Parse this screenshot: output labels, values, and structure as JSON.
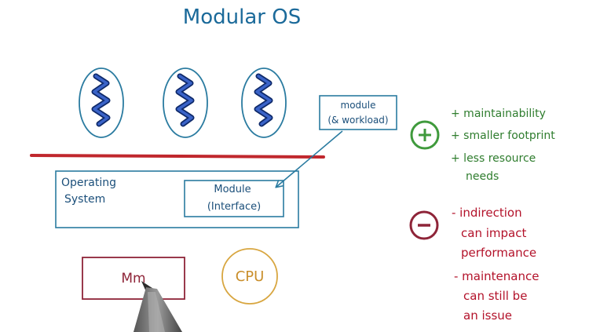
{
  "title": "Modular OS",
  "os_box": {
    "label_line1": "Operating",
    "label_line2": "System"
  },
  "module_interface": {
    "line1": "Module",
    "line2": "(Interface)"
  },
  "module_workload": {
    "line1": "module",
    "line2": "(& workload)"
  },
  "memory_label": "Mm",
  "cpu_label": "CPU",
  "pros": {
    "symbol": "+",
    "items": [
      "+ maintainability",
      "+ smaller footprint",
      "+ less resource",
      "needs"
    ]
  },
  "cons": {
    "symbol": "−",
    "items": [
      "- indirection",
      "can impact",
      "performance",
      "- maintenance",
      "can still be",
      "an issue"
    ]
  },
  "colors": {
    "title": "#1b6a9a",
    "blue": "#2a7ba0",
    "navy_squiggle": "#1d3f9a",
    "red_line": "#c0272d",
    "maroon": "#8e2438",
    "green": "#3f9a3c",
    "cons_text": "#b3122a",
    "cpu": "#d8a640",
    "pen_body": "#777777"
  },
  "icons": {
    "pros": "plus-circle-icon",
    "cons": "minus-circle-icon",
    "pen": "pen-icon",
    "thread": "squiggle-thread-icon"
  }
}
